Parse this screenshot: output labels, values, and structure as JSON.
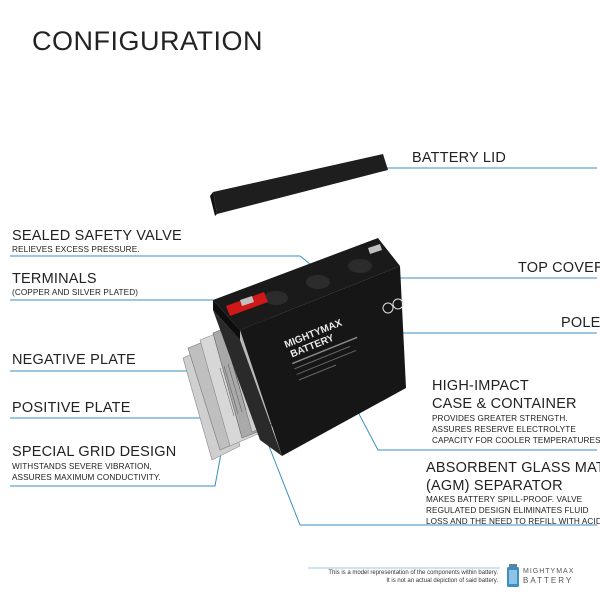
{
  "title": "CONFIGURATION",
  "labels": {
    "battery_lid": "BATTERY LID",
    "sealed_safety_valve": "SEALED SAFETY VALVE",
    "sealed_safety_valve_desc": "RELIEVES EXCESS PRESSURE.",
    "terminals": "TERMINALS",
    "terminals_desc": "(COPPER AND SILVER PLATED)",
    "top_cover": "TOP COVER",
    "pole": "POLE",
    "negative_plate": "NEGATIVE PLATE",
    "positive_plate": "POSITIVE PLATE",
    "special_grid": "SPECIAL GRID DESIGN",
    "special_grid_desc1": "WITHSTANDS SEVERE VIBRATION,",
    "special_grid_desc2": "ASSURES MAXIMUM CONDUCTIVITY.",
    "high_impact_1": "HIGH-IMPACT",
    "high_impact_2": "CASE & CONTAINER",
    "high_impact_desc1": "PROVIDES GREATER STRENGTH.",
    "high_impact_desc2": "ASSURES RESERVE ELECTROLYTE",
    "high_impact_desc3": "CAPACITY FOR COOLER TEMPERATURES.",
    "agm_1": "ABSORBENT GLASS MAT",
    "agm_2": "(AGM) SEPARATOR",
    "agm_desc1": "MAKES BATTERY SPILL-PROOF. VALVE",
    "agm_desc2": "REGULATED DESIGN ELIMINATES FLUID",
    "agm_desc3": "LOSS AND THE NEED TO REFILL WITH ACID."
  },
  "battery_print": {
    "brand_1": "MIGHTYMAX",
    "brand_2": "BATTERY"
  },
  "footnote": {
    "line1": "This is a model representation of the components within battery.",
    "line2": "It is not an actual depiction of said battery."
  },
  "logo": {
    "line1": "MIGHTYMAX",
    "line2": "BATTERY"
  },
  "colors": {
    "leader_line": "#3a8fc4",
    "battery_body": "#161616",
    "terminal_red": "#d01818",
    "lid": "#1e1e1e"
  }
}
